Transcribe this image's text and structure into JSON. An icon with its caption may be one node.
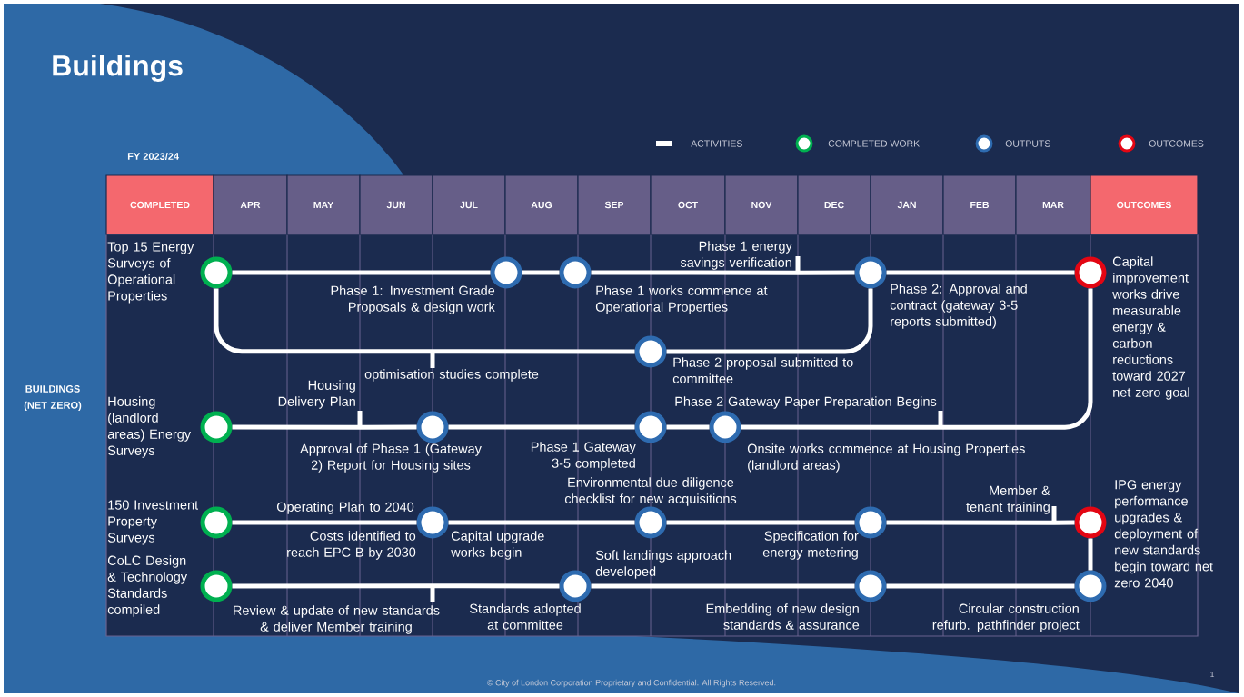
{
  "diagram": {
    "title": "Buildings",
    "nodes": [
      {
        "text": [],
        "shape": "circle",
        "beside": [
          "Top 15 Energy Surveys of Operational Properties"
        ]
      },
      {
        "text": [],
        "shape": "circle",
        "beside": [
          "Phase 1: Investment Grade Proposals & design work"
        ]
      },
      {
        "text": [],
        "shape": "circle",
        "beside": [
          "Phase 1 works commence at Operational Properties"
        ]
      },
      {
        "text": [],
        "shape": "bar",
        "beside": [
          "Phase 1 energy savings verification"
        ]
      },
      {
        "text": [],
        "shape": "circle",
        "beside": [
          "Phase 2: Approval and contract (gateway 3-5 reports submitted)"
        ]
      },
      {
        "text": [],
        "shape": "circle",
        "beside": [
          "Capital improvement works drive measurable energy & carbon reductions toward 2027 net zero goal"
        ]
      },
      {
        "text": [],
        "shape": "bar",
        "beside": [
          "optimisation studies complete"
        ]
      },
      {
        "text": [],
        "shape": "circle",
        "beside": [
          "Phase 2 proposal submitted to committee"
        ]
      },
      {
        "text": [],
        "shape": "circle",
        "beside": [
          "Housing (landlord areas) Energy Surveys"
        ]
      },
      {
        "text": [],
        "shape": "bar",
        "beside": [
          "Housing Delivery Plan"
        ]
      },
      {
        "text": [],
        "shape": "circle",
        "beside": [
          "Approval of Phase 1 (Gateway 2) Report for Housing sites"
        ]
      },
      {
        "text": [],
        "shape": "circle",
        "beside": [
          "Phase 1 Gateway 3-5 completed"
        ]
      },
      {
        "text": [],
        "shape": "circle",
        "beside": [
          "Onsite works commence at Housing Properties (landlord areas)"
        ]
      },
      {
        "text": [],
        "shape": "bar",
        "beside": [
          "Phase 2 Gateway Paper Preparation Begins"
        ]
      },
      {
        "text": [],
        "shape": "circle",
        "beside": [
          "150 Investment Property Surveys"
        ]
      },
      {
        "text": [],
        "shape": "circle",
        "beside": [
          "Operating Plan to 2040",
          "Costs identified to reach EPC B by 2030",
          "Capital upgrade works begin"
        ]
      },
      {
        "text": [],
        "shape": "circle",
        "beside": [
          "Environmental due diligence checklist for new acquisitions"
        ]
      },
      {
        "text": [],
        "shape": "circle",
        "beside": [
          "Specification for energy metering"
        ]
      },
      {
        "text": [],
        "shape": "bar",
        "beside": [
          "Member & tenant training"
        ]
      },
      {
        "text": [],
        "shape": "circle",
        "beside": [
          "IPG energy performance upgrades & deployment of new standards begin toward net zero 2040"
        ]
      },
      {
        "text": [],
        "shape": "circle",
        "beside": [
          "CoLC Design & Technology Standards compiled"
        ]
      },
      {
        "text": [],
        "shape": "bar",
        "beside": [
          "Review & update of new standards & deliver Member training"
        ]
      },
      {
        "text": [],
        "shape": "circle",
        "beside": [
          "Standards adopted at committee",
          "Soft landings approach developed"
        ]
      },
      {
        "text": [],
        "shape": "circle",
        "beside": [
          "Embedding of new design standards & assurance"
        ]
      },
      {
        "text": [],
        "shape": "circle",
        "beside": [
          "Circular construction refurb. pathfinder project"
        ]
      }
    ],
    "edges": [
      {
        "from": 0,
        "to": 1,
        "arrow": "none"
      },
      {
        "from": 1,
        "to": 2,
        "arrow": "none"
      },
      {
        "from": 2,
        "to": 3,
        "arrow": "none"
      },
      {
        "from": 3,
        "to": 4,
        "arrow": "none"
      },
      {
        "from": 4,
        "to": 5,
        "arrow": "none"
      },
      {
        "from": 0,
        "to": 6,
        "arrow": "none"
      },
      {
        "from": 6,
        "to": 7,
        "arrow": "none"
      },
      {
        "from": 7,
        "to": 4,
        "arrow": "none"
      },
      {
        "from": 8,
        "to": 9,
        "arrow": "none"
      },
      {
        "from": 9,
        "to": 10,
        "arrow": "none"
      },
      {
        "from": 10,
        "to": 11,
        "arrow": "none"
      },
      {
        "from": 11,
        "to": 12,
        "arrow": "none"
      },
      {
        "from": 12,
        "to": 13,
        "arrow": "none"
      },
      {
        "from": 13,
        "to": 5,
        "arrow": "none"
      },
      {
        "from": 14,
        "to": 15,
        "arrow": "none"
      },
      {
        "from": 15,
        "to": 16,
        "arrow": "none"
      },
      {
        "from": 16,
        "to": 17,
        "arrow": "none"
      },
      {
        "from": 17,
        "to": 18,
        "arrow": "none"
      },
      {
        "from": 18,
        "to": 19,
        "arrow": "none"
      },
      {
        "from": 20,
        "to": 21,
        "arrow": "none"
      },
      {
        "from": 21,
        "to": 22,
        "arrow": "none"
      },
      {
        "from": 22,
        "to": 23,
        "arrow": "none"
      },
      {
        "from": 23,
        "to": 24,
        "arrow": "none"
      },
      {
        "from": 19,
        "to": 24,
        "arrow": "none"
      }
    ],
    "labels": [
      "FY 2023/24",
      "COMPLETED",
      "APR",
      "MAY",
      "JUN",
      "JUL",
      "AUG",
      "SEP",
      "OCT",
      "NOV",
      "DEC",
      "JAN",
      "FEB",
      "MAR",
      "OUTCOMES",
      "BUILDINGS (NET ZERO)",
      "© City of London Corporation Proprietary and Confidential. All Rights Reserved.",
      "1"
    ],
    "legend": [
      {
        "text": "ACTIVITIES"
      },
      {
        "text": "COMPLETED WORK"
      },
      {
        "text": "OUTPUTS"
      },
      {
        "text": "OUTCOMES"
      }
    ]
  }
}
